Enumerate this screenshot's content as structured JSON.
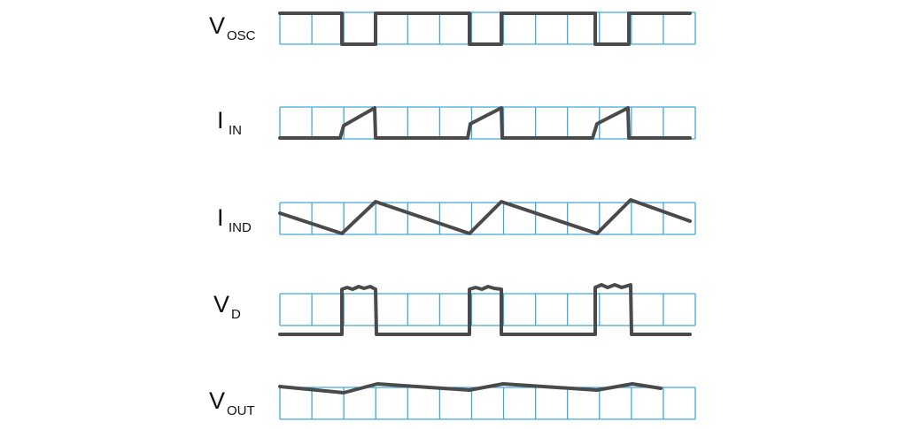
{
  "diagram": {
    "colors": {
      "grid": "#3ea9dc",
      "trace": "#4a4a4a",
      "text": "#111111",
      "background": "#ffffff"
    },
    "signals": [
      {
        "id": "vosc",
        "symbol": "V",
        "subscript": "OSC"
      },
      {
        "id": "iin",
        "symbol": "I",
        "subscript": "IN"
      },
      {
        "id": "iind",
        "symbol": "I",
        "subscript": "IND"
      },
      {
        "id": "vd",
        "symbol": "V",
        "subscript": "D"
      },
      {
        "id": "vout",
        "symbol": "V",
        "subscript": "OUT"
      }
    ]
  }
}
